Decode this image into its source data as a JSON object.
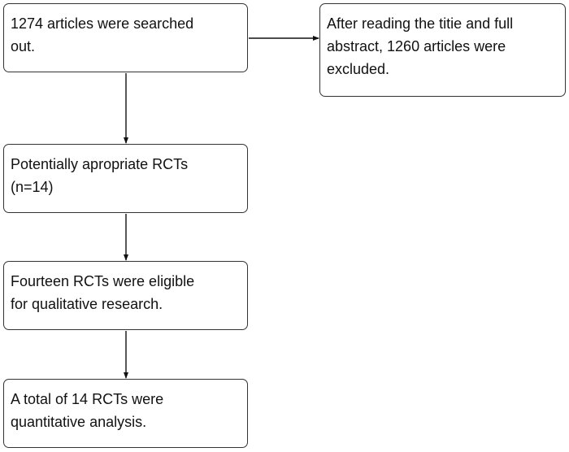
{
  "flowchart": {
    "search_box": "1274 articles were searched\nout.",
    "exclusion_box": "After reading the titie and full\nabstract, 1260 articles were\nexcluded.",
    "potential_box": "Potentially apropriate RCTs\n(n=14)",
    "eligible_box": "Fourteen RCTs were eligible\nfor qualitative research.",
    "total_box": "A total of 14 RCTs were\nquantitative analysis."
  },
  "colors": {
    "border": "#333333",
    "arrow": "#111111",
    "text": "#111111",
    "background": "#ffffff"
  }
}
